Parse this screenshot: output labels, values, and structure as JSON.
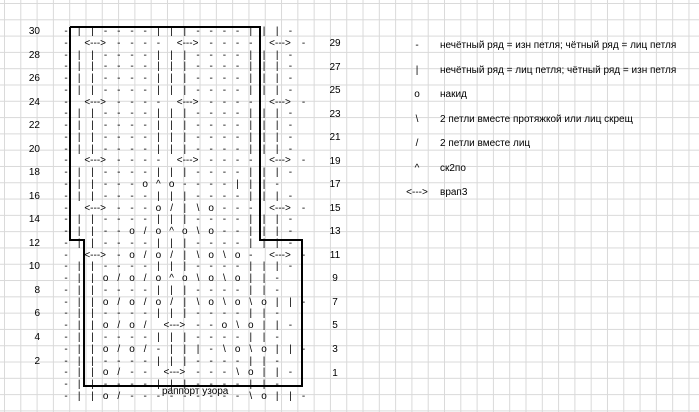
{
  "left_row_numbers": [
    "30",
    "28",
    "26",
    "24",
    "22",
    "20",
    "18",
    "16",
    "14",
    "12",
    "10",
    "8",
    "6",
    "4",
    "2"
  ],
  "right_row_numbers": [
    "29",
    "27",
    "25",
    "23",
    "21",
    "19",
    "17",
    "15",
    "13",
    "11",
    "9",
    "7",
    "5",
    "3",
    "1"
  ],
  "rows": [
    [
      "-",
      "|",
      "|",
      "-",
      "-",
      "-",
      "-",
      "|",
      "|",
      "|",
      "-",
      "-",
      "-",
      "-",
      "|",
      "|",
      "|",
      "-"
    ],
    [
      "-",
      "<--->",
      "-",
      "-",
      "-",
      "-",
      "<--->",
      "-",
      "-",
      "-",
      "-",
      "<--->",
      "-"
    ],
    [
      "-",
      "|",
      "|",
      "-",
      "-",
      "-",
      "-",
      "|",
      "|",
      "|",
      "-",
      "-",
      "-",
      "-",
      "|",
      "|",
      "|",
      "-"
    ],
    [
      "-",
      "|",
      "|",
      "-",
      "-",
      "-",
      "-",
      "|",
      "|",
      "|",
      "-",
      "-",
      "-",
      "-",
      "|",
      "|",
      "|",
      "-"
    ],
    [
      "-",
      "|",
      "|",
      "-",
      "-",
      "-",
      "-",
      "|",
      "|",
      "|",
      "-",
      "-",
      "-",
      "-",
      "|",
      "|",
      "|",
      "-"
    ],
    [
      "-",
      "|",
      "|",
      "-",
      "-",
      "-",
      "-",
      "|",
      "|",
      "|",
      "-",
      "-",
      "-",
      "-",
      "|",
      "|",
      "|",
      "-"
    ],
    [
      "-",
      "<--->",
      "-",
      "-",
      "-",
      "-",
      "<--->",
      "-",
      "-",
      "-",
      "-",
      "<--->",
      "-"
    ],
    [
      "-",
      "|",
      "|",
      "-",
      "-",
      "-",
      "-",
      "|",
      "|",
      "|",
      "-",
      "-",
      "-",
      "-",
      "|",
      "|",
      "|",
      "-"
    ],
    [
      "-",
      "|",
      "|",
      "-",
      "-",
      "-",
      "-",
      "|",
      "|",
      "|",
      "-",
      "-",
      "-",
      "-",
      "|",
      "|",
      "|",
      "-"
    ],
    [
      "-",
      "|",
      "|",
      "-",
      "-",
      "-",
      "-",
      "|",
      "|",
      "|",
      "-",
      "-",
      "-",
      "-",
      "|",
      "|",
      "|",
      "-"
    ],
    [
      "-",
      "|",
      "|",
      "-",
      "-",
      "-",
      "-",
      "|",
      "|",
      "|",
      "-",
      "-",
      "-",
      "-",
      "|",
      "|",
      "|",
      "-"
    ],
    [
      "-",
      "<--->",
      "-",
      "-",
      "-",
      "-",
      "<--->",
      "-",
      "-",
      "-",
      "-",
      "<--->",
      "-"
    ],
    [
      "-",
      "|",
      "|",
      "-",
      "-",
      "-",
      "-",
      "|",
      "|",
      "|",
      "-",
      "-",
      "-",
      "-",
      "|",
      "|",
      "|",
      "-"
    ],
    [
      "-",
      "|",
      "|",
      "-",
      "-",
      "-",
      "o",
      "^",
      "o",
      "-",
      "-",
      "-",
      "-",
      "|",
      "|",
      "|",
      "-"
    ],
    [
      "-",
      "|",
      "|",
      "-",
      "-",
      "-",
      "-",
      "|",
      "|",
      "|",
      "-",
      "-",
      "-",
      "-",
      "|",
      "|",
      "|",
      "-"
    ],
    [
      "-",
      "<--->",
      "-",
      "-",
      "-",
      "o",
      "/",
      "|",
      "\\",
      "o",
      "-",
      "-",
      "-",
      "<--->",
      "-"
    ],
    [
      "-",
      "|",
      "|",
      "-",
      "-",
      "-",
      "-",
      "|",
      "|",
      "|",
      "-",
      "-",
      "-",
      "-",
      "|",
      "|",
      "|",
      "-"
    ],
    [
      "-",
      "|",
      "|",
      "-",
      "-",
      "o",
      "/",
      "o",
      "^",
      "o",
      "\\",
      "o",
      "-",
      "-",
      "|",
      "|",
      "|",
      "-"
    ],
    [
      "-",
      "|",
      "|",
      "-",
      "-",
      "-",
      "-",
      "|",
      "|",
      "|",
      "-",
      "-",
      "-",
      "-",
      "|",
      "|",
      "|",
      "-"
    ],
    [
      "-",
      "<--->",
      "-",
      "o",
      "/",
      "o",
      "/",
      "|",
      "\\",
      "o",
      "\\",
      "o",
      "-",
      "<--->",
      "-"
    ],
    [
      "-",
      "|",
      "|",
      "-",
      "-",
      "-",
      "-",
      "|",
      "|",
      "|",
      "-",
      "-",
      "-",
      "-",
      "|",
      "|",
      "|",
      "-"
    ],
    [
      "-",
      "|",
      "|",
      "o",
      "/",
      "o",
      "/",
      "o",
      "^",
      "o",
      "\\",
      "o",
      "\\",
      "o",
      "|",
      "|",
      "-"
    ],
    [
      "-",
      "|",
      "|",
      "-",
      "-",
      "-",
      "-",
      "|",
      "|",
      "|",
      "-",
      "-",
      "-",
      "-",
      "|",
      "|",
      "-"
    ],
    [
      "-",
      "|",
      "|",
      "o",
      "/",
      "o",
      "/",
      "o",
      "/",
      "|",
      "\\",
      "o",
      "\\",
      "o",
      "\\",
      "o",
      "|",
      "|",
      "-"
    ],
    [
      "-",
      "|",
      "|",
      "-",
      "-",
      "-",
      "-",
      "|",
      "|",
      "|",
      "-",
      "-",
      "-",
      "-",
      "|",
      "|",
      "-"
    ],
    [
      "-",
      "|",
      "|",
      "o",
      "/",
      "o",
      "/",
      "<--->",
      "-",
      "-",
      "o",
      "\\",
      "o",
      "|",
      "|",
      "-"
    ],
    [
      "-",
      "|",
      "|",
      "-",
      "-",
      "-",
      "-",
      "|",
      "|",
      "|",
      "-",
      "-",
      "-",
      "-",
      "|",
      "|",
      "-"
    ],
    [
      "-",
      "|",
      "|",
      "o",
      "/",
      "o",
      "/",
      "-",
      "|",
      "|",
      "|",
      "-",
      "\\",
      "o",
      "\\",
      "o",
      "|",
      "|",
      "-"
    ],
    [
      "-",
      "|",
      "|",
      "-",
      "-",
      "-",
      "-",
      "|",
      "|",
      "|",
      "-",
      "-",
      "-",
      "-",
      "|",
      "|",
      "-"
    ],
    [
      "-",
      "|",
      "|",
      "o",
      "/",
      "-",
      "-",
      "<--->",
      "-",
      "-",
      "-",
      "\\",
      "o",
      "|",
      "|",
      "-"
    ],
    [
      "-",
      "|",
      "|",
      "-",
      "-",
      "-",
      "-",
      "|",
      "|",
      "|",
      "-",
      "-",
      "-",
      "-",
      "|",
      "|",
      "-"
    ],
    [
      "-",
      "|",
      "|",
      "o",
      "/",
      "-",
      "-",
      "-",
      "-",
      "-",
      "-",
      "-",
      "-",
      "-",
      "\\",
      "o",
      "|",
      "|",
      "-"
    ]
  ],
  "repeat_label": "раппорт узора",
  "legend": [
    {
      "symbol": "-",
      "text": "нечётный ряд = изн петля; чётный ряд = лиц петля"
    },
    {
      "symbol": "|",
      "text": "нечётный ряд =  лиц петля; чётный ряд = изн петля"
    },
    {
      "symbol": "o",
      "text": "накид"
    },
    {
      "symbol": "\\",
      "text": "2 петли вместе протяжкой или лиц скрещ"
    },
    {
      "symbol": "/",
      "text": "2 петли вместе лиц"
    },
    {
      "symbol": "^",
      "text": "ск2по"
    },
    {
      "symbol": "<--->",
      "text": "врап3"
    }
  ]
}
